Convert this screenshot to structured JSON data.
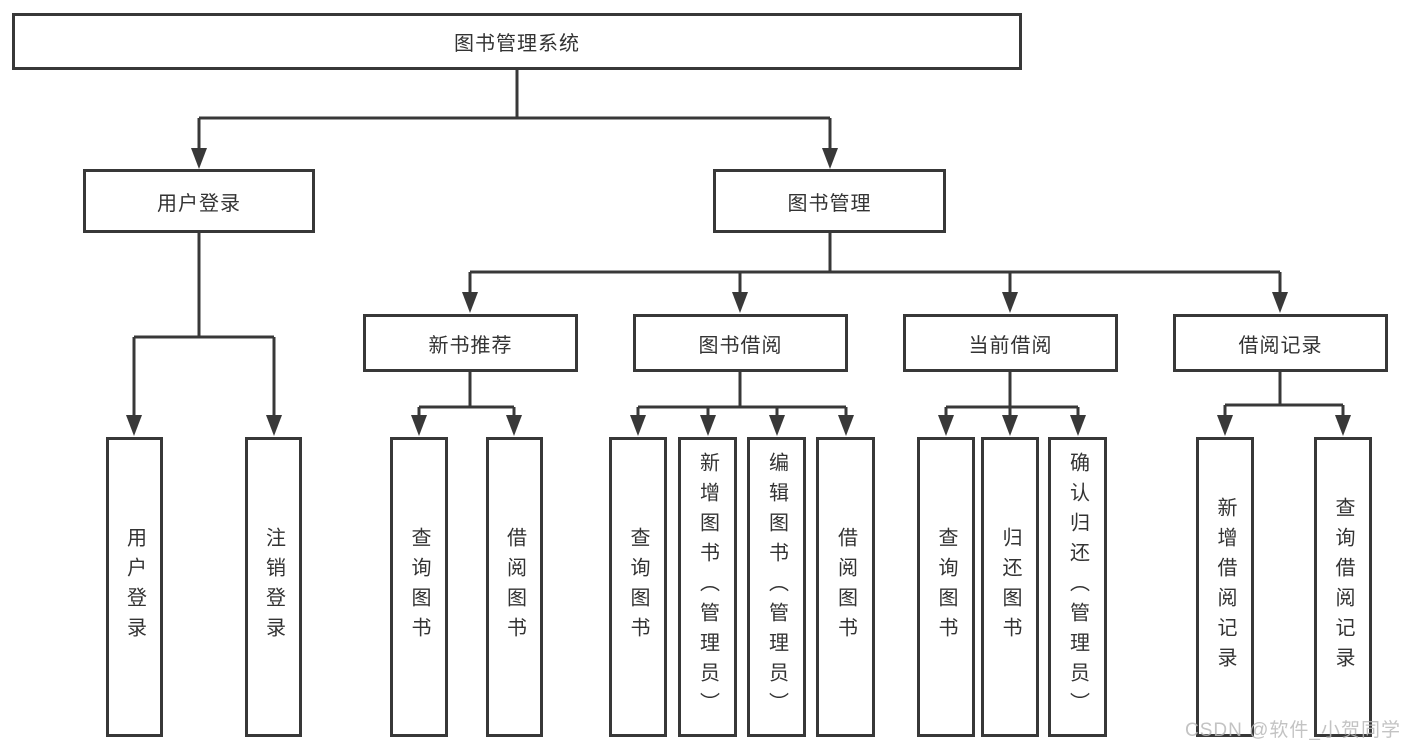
{
  "tree": {
    "root": {
      "label": "图书管理系统"
    },
    "login": {
      "label": "用户登录",
      "children": [
        {
          "label": "用户登录"
        },
        {
          "label": "注销登录"
        }
      ]
    },
    "management": {
      "label": "图书管理",
      "children": [
        {
          "label": "新书推荐",
          "children": [
            {
              "label": "查询图书"
            },
            {
              "label": "借阅图书"
            }
          ]
        },
        {
          "label": "图书借阅",
          "children": [
            {
              "label": "查询图书"
            },
            {
              "label": "新增图书（管理员）"
            },
            {
              "label": "编辑图书（管理员）"
            },
            {
              "label": "借阅图书"
            }
          ]
        },
        {
          "label": "当前借阅",
          "children": [
            {
              "label": "查询图书"
            },
            {
              "label": "归还图书"
            },
            {
              "label": "确认归还（管理员）"
            }
          ]
        },
        {
          "label": "借阅记录",
          "children": [
            {
              "label": "新增借阅记录"
            },
            {
              "label": "查询借阅记录"
            }
          ]
        }
      ]
    }
  },
  "watermark": {
    "text": "CSDN @软件_小贺同学"
  },
  "colors": {
    "line": "#383838",
    "text": "#333333",
    "watermark": "#b9b9b9",
    "background": "#ffffff"
  }
}
